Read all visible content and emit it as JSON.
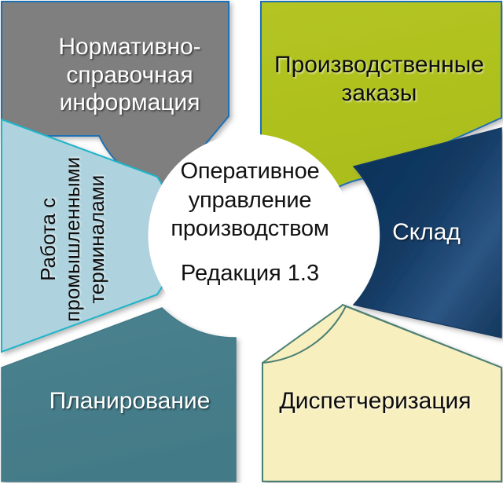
{
  "diagram": {
    "type": "radial-hub-and-spoke",
    "title": "Оперативное управление производством",
    "center": {
      "title": "Оперативное\nуправление\nпроизводством",
      "edition": "Редакция 1.3",
      "fill": "#FFFFFF",
      "text_color": "#121212"
    },
    "segments": [
      {
        "id": "nsi",
        "label": "Нормативно-\nсправочная\nинформация",
        "position": "top-left",
        "fill": "#7F7F7F",
        "stroke": "#1F6FB5",
        "text_color": "#FFFFFF"
      },
      {
        "id": "orders",
        "label": "Производственные\nзаказы",
        "position": "top-right",
        "fill": "#B0C21E",
        "stroke": "#1F6FB5",
        "text_color": "#0D0D0D"
      },
      {
        "id": "terminals",
        "label": "Работа с\nпромышленными\nтерминалами",
        "position": "left",
        "orientation": "vertical",
        "fill": "#AED3DE",
        "stroke": "#1BB5C9",
        "text_color": "#0D0D0D"
      },
      {
        "id": "warehouse",
        "label": "Склад",
        "position": "right",
        "fill": "#123A63",
        "stroke": "#123A63",
        "text_color": "#FFFFFF"
      },
      {
        "id": "planning",
        "label": "Планирование",
        "position": "bottom-left",
        "fill": "#477F8C",
        "stroke": "#477F8C",
        "text_color": "#FFFFFF"
      },
      {
        "id": "dispatch",
        "label": "Диспетчеризация",
        "position": "bottom-right",
        "fill": "#F8EFBE",
        "stroke": "#4C7F73",
        "text_color": "#0D0D0D"
      }
    ]
  }
}
